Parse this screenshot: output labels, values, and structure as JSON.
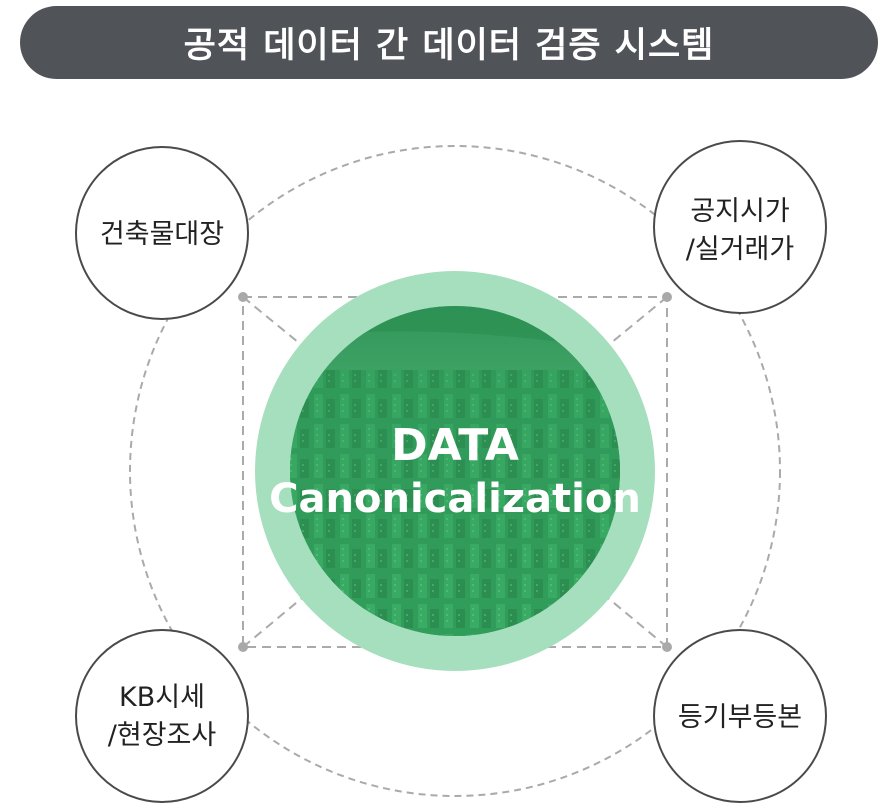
{
  "title": "공적 데이터 간 데이터 검증 시스템",
  "center": {
    "line1": "DATA",
    "line2": "Canonicalization"
  },
  "nodes": [
    {
      "id": "building-register",
      "lines": [
        "건축물대장"
      ]
    },
    {
      "id": "official-price",
      "lines": [
        "공지시가",
        "/실거래가"
      ]
    },
    {
      "id": "kb-price",
      "lines": [
        "KB시세",
        "/현장조사"
      ]
    },
    {
      "id": "registry",
      "lines": [
        "등기부등본"
      ]
    }
  ],
  "colors": {
    "banner": "#505358",
    "ring": "#a6dfbe",
    "core": "#2f9a58",
    "dash": "#aaaaaa",
    "node_border": "#4a4a4a"
  }
}
